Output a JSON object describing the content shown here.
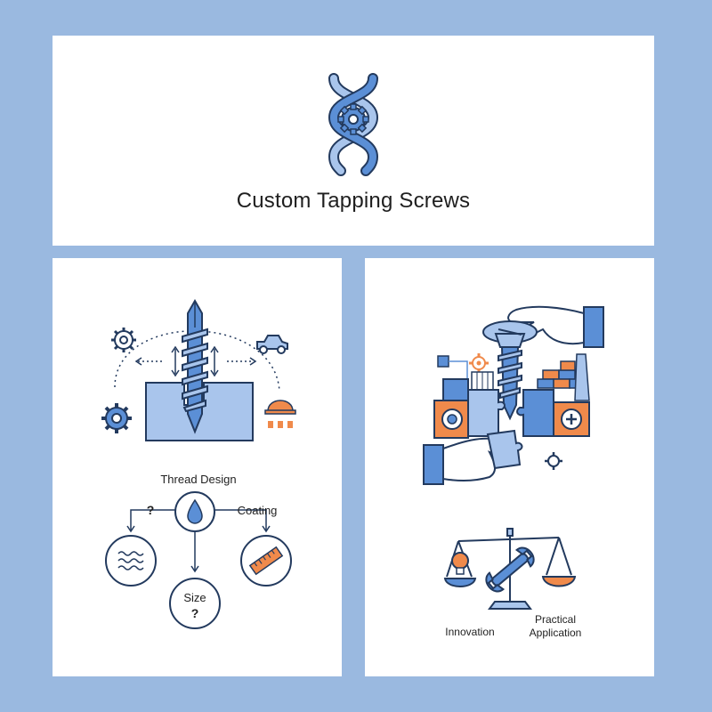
{
  "header": {
    "title": "Custom Tapping Screws"
  },
  "left_panel": {
    "section_label": "Thread Design",
    "coating_label": "Coating",
    "question_left": "?",
    "size_label": "Size",
    "size_question": "?"
  },
  "right_panel": {
    "innovation_label": "Innovation",
    "practical_line1": "Practical",
    "practical_line2": "Application"
  },
  "colors": {
    "background": "#9ab9e0",
    "blue": "#5b8fd6",
    "light_blue": "#a9c5ec",
    "orange": "#f08a4b",
    "dark": "#233a5e"
  }
}
